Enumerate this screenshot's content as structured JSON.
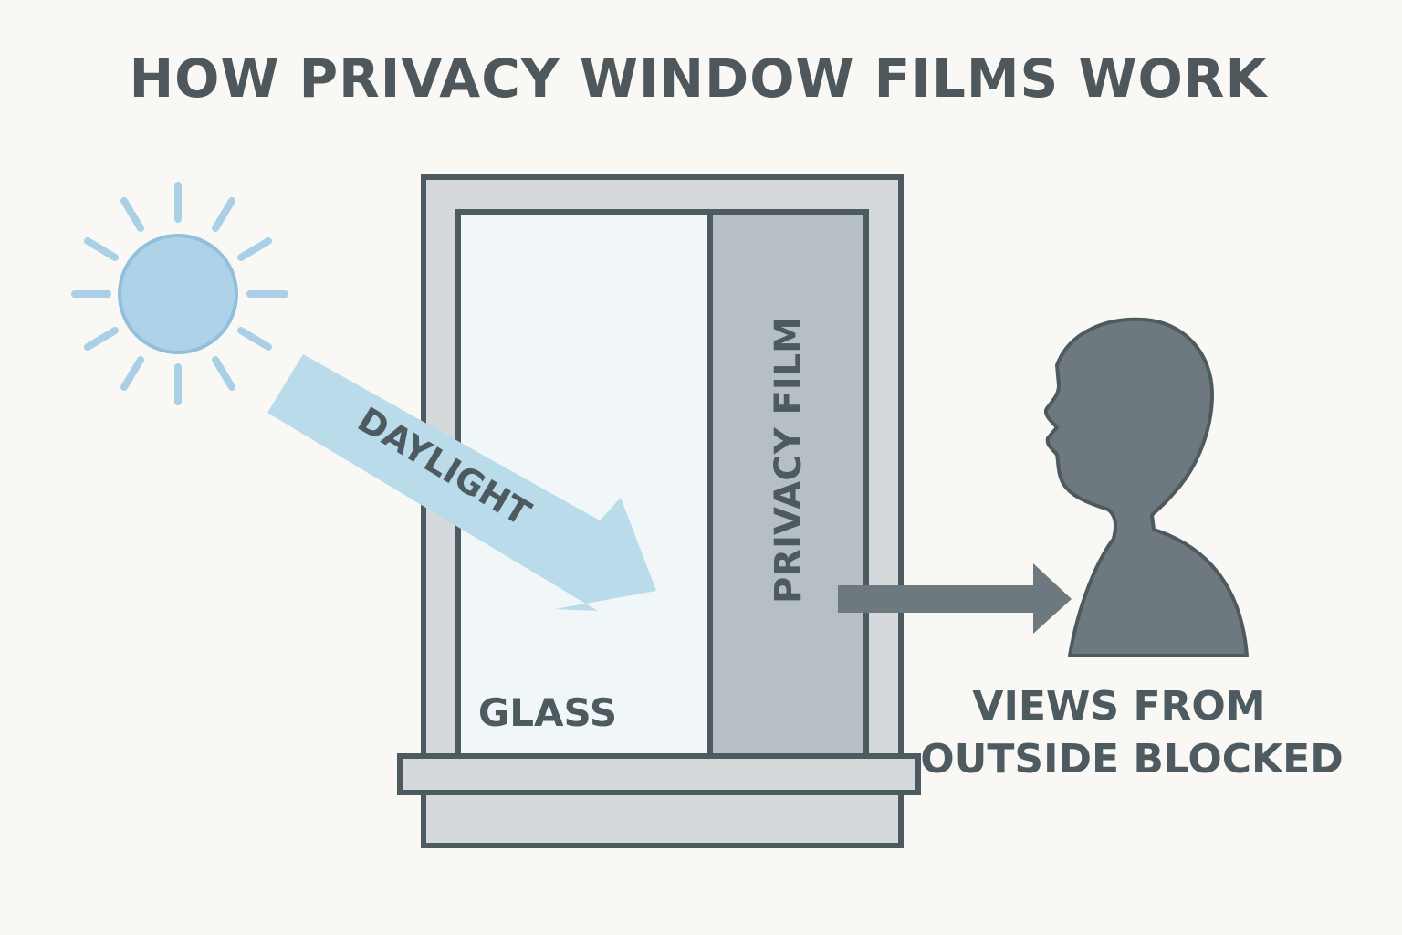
{
  "title": "HOW PRIVACY WINDOW FILMS WORK",
  "labels": {
    "daylight": "DAYLIGHT",
    "privacy_film": "PRIVACY FILM",
    "glass": "GLASS",
    "blocked_line1": "VIEWS FROM",
    "blocked_line2": "OUTSIDE BLOCKED"
  },
  "icons": {
    "sun": "sun-icon",
    "person": "person-silhouette-icon",
    "arrow_in": "daylight-arrow-icon",
    "arrow_out": "view-blocked-arrow-icon"
  },
  "colors": {
    "background": "#f9f8f4",
    "outline": "#4d5a60",
    "frame": "#d6d9db",
    "glass": "#f1f6f8",
    "film": "#b6bfc4",
    "sun": "#a9d0e6",
    "sun_rays": "#a9d0e6",
    "daylight_arrow": "#b9dbea",
    "person": "#6e797f",
    "text": "#4d575c"
  }
}
